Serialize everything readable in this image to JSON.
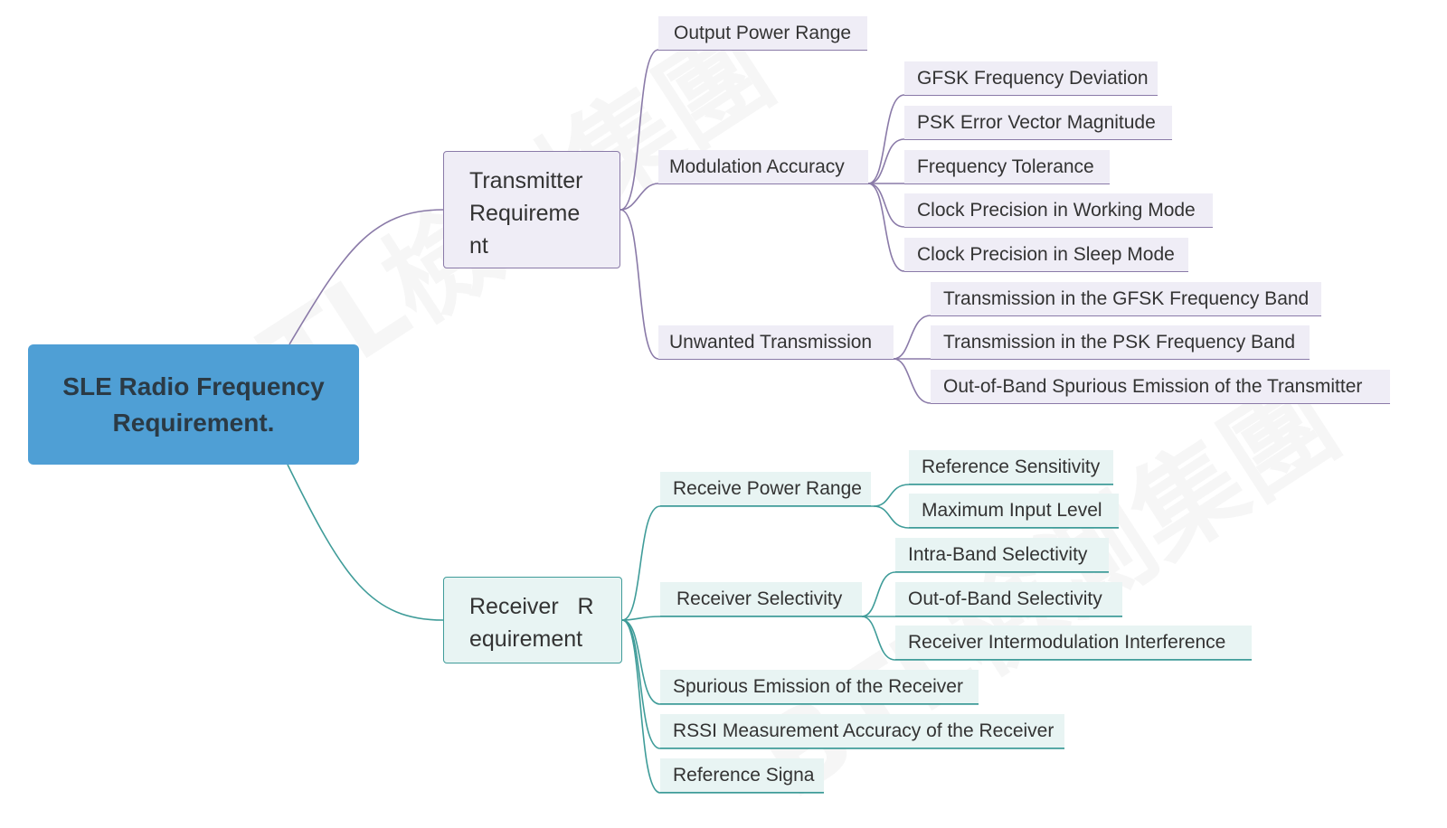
{
  "root": {
    "lines": [
      "SLE Radio Frequency",
      "Requirement."
    ]
  },
  "transmitter": {
    "lines": [
      "Transmitter",
      "Requireme",
      "nt"
    ],
    "output_power_range": "Output Power Range",
    "modulation_accuracy": {
      "label": "Modulation Accuracy",
      "items": [
        "GFSK Frequency Deviation",
        "PSK Error Vector Magnitude",
        "Frequency Tolerance",
        "Clock Precision in Working Mode",
        "Clock Precision in Sleep Mode"
      ]
    },
    "unwanted_transmission": {
      "label": "Unwanted Transmission",
      "items": [
        "Transmission in the GFSK Frequency Band",
        "Transmission in the PSK Frequency Band",
        "Out-of-Band Spurious Emission of the Transmitter"
      ]
    }
  },
  "receiver": {
    "lines": [
      "Receiver   R",
      "equirement"
    ],
    "receive_power_range": {
      "label": "Receive Power Range",
      "items": [
        "Reference Sensitivity",
        "Maximum Input Level"
      ]
    },
    "receiver_selectivity": {
      "label": "Receiver Selectivity",
      "items": [
        "Intra-Band Selectivity",
        "Out-of-Band Selectivity",
        "Receiver Intermodulation Interference"
      ]
    },
    "spurious_emission": "Spurious Emission of the Receiver",
    "rssi_accuracy": "RSSI Measurement Accuracy of the Receiver",
    "reference_signal": "Reference Signa"
  },
  "watermark": {
    "text": "BTL檢測集團"
  },
  "colors": {
    "root_fill": "#4f9fd5",
    "transmitter_line": "#8a7aa8",
    "receiver_line": "#3f9c99"
  }
}
